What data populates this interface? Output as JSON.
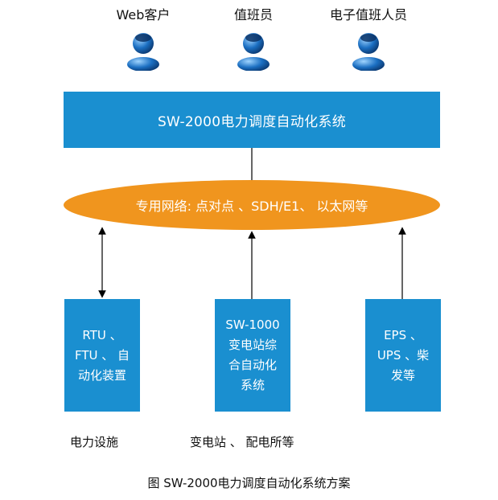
{
  "users": [
    {
      "label": "Web客户"
    },
    {
      "label": "值班员"
    },
    {
      "label": "电子值班人员"
    }
  ],
  "main_system": {
    "label": "SW-2000电力调度自动化系统"
  },
  "network": {
    "label": "专用网络:  点对点 、SDH/E1、 以太网等"
  },
  "subsystems": [
    {
      "label": "RTU 、\nFTU 、 自\n动化装置"
    },
    {
      "label": "SW-1000\n变电站综\n合自动化\n系统"
    },
    {
      "label": "EPS 、\nUPS 、柴\n发等"
    }
  ],
  "captions": {
    "left": "电力设施",
    "middle": "变电站 、 配电所等"
  },
  "figure_caption": "图 SW-2000电力调度自动化系统方案",
  "colors": {
    "box_blue": "#1a8fd0",
    "ellipse_orange": "#f0951e",
    "icon_blue": "#1b6fc2"
  }
}
